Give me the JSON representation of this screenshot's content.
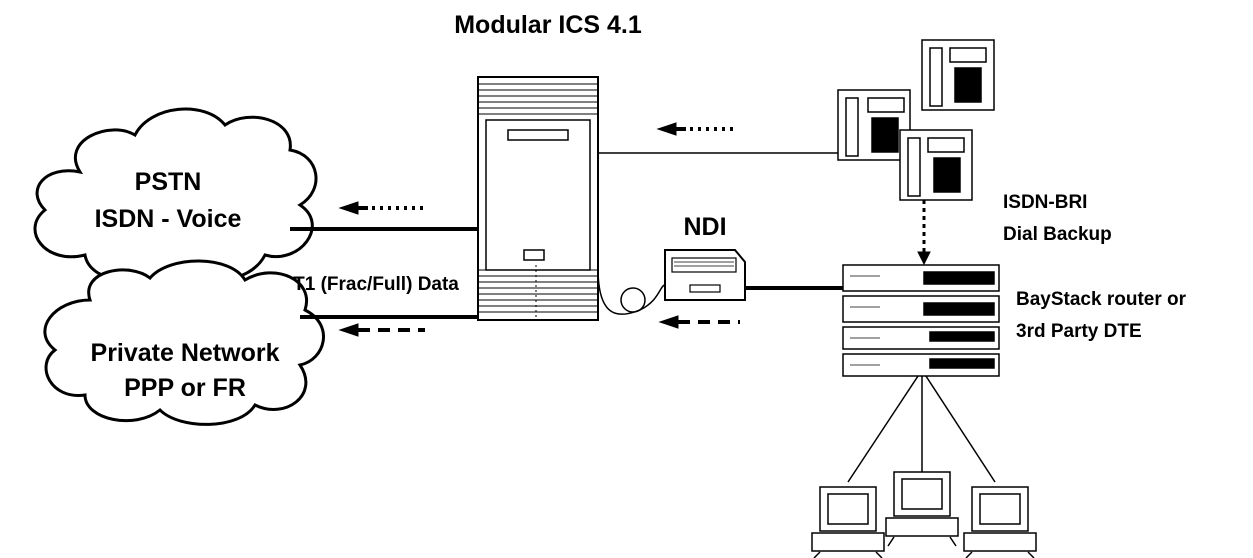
{
  "diagram": {
    "title": "Modular ICS 4.1",
    "clouds": {
      "pstn": {
        "line1": "PSTN",
        "line2": "ISDN - Voice"
      },
      "private": {
        "line1": "Private Network",
        "line2": "PPP or FR"
      }
    },
    "ndi_label": "NDI",
    "t1_label": "T1 (Frac/Full) Data",
    "isdn_label": {
      "line1": "ISDN-BRI",
      "line2": "Dial Backup"
    },
    "router_label": {
      "line1": "BayStack router or",
      "line2": "3rd Party DTE"
    }
  }
}
